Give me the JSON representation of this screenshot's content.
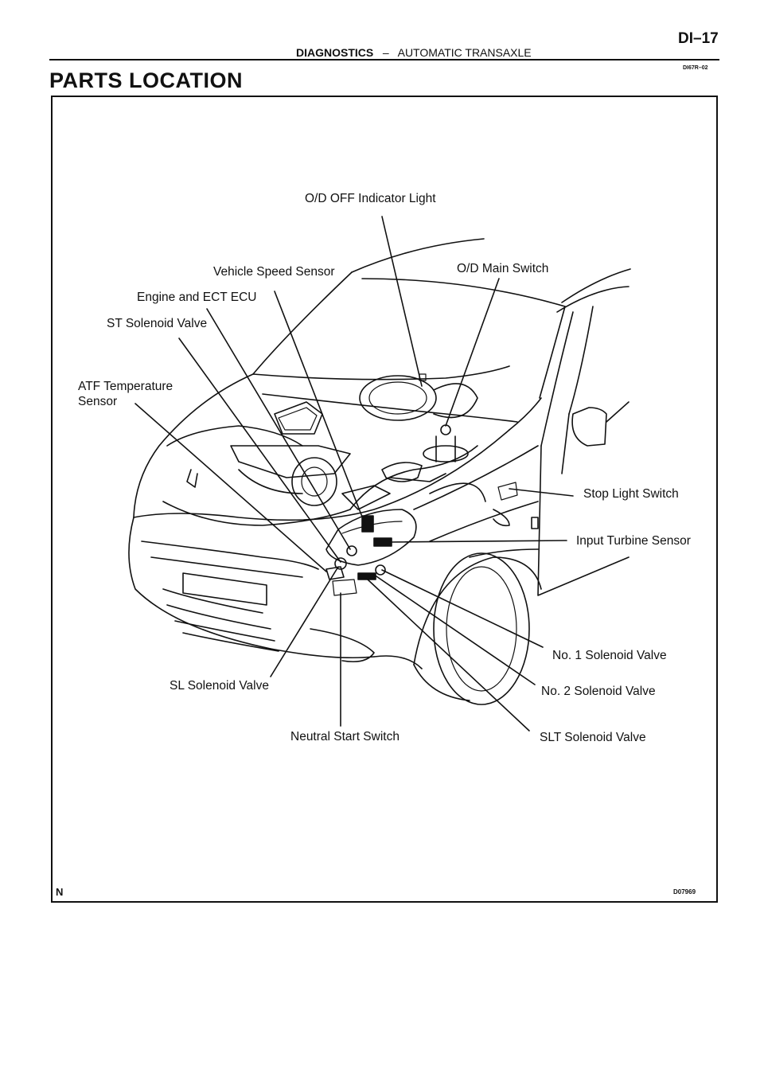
{
  "header": {
    "page_number": "DI–17",
    "section": "DIAGNOSTICS",
    "separator": "–",
    "subsection": "AUTOMATIC TRANSAXLE",
    "doc_code": "DI67R–02"
  },
  "title": "PARTS LOCATION",
  "figure": {
    "corner_mark": "N",
    "figure_id": "D07969",
    "labels": {
      "od_off_indicator": "O/D OFF Indicator Light",
      "vehicle_speed_sensor": "Vehicle Speed Sensor",
      "od_main_switch": "O/D Main Switch",
      "engine_ect_ecu": "Engine and ECT ECU",
      "st_solenoid": "ST Solenoid Valve",
      "atf_temp_line1": "ATF Temperature",
      "atf_temp_line2": "Sensor",
      "stop_light_switch": "Stop Light Switch",
      "input_turbine_sensor": "Input Turbine Sensor",
      "no1_solenoid": "No. 1 Solenoid Valve",
      "sl_solenoid": "SL Solenoid Valve",
      "no2_solenoid": "No. 2 Solenoid Valve",
      "neutral_start_switch": "Neutral Start Switch",
      "slt_solenoid": "SLT Solenoid Valve"
    }
  }
}
